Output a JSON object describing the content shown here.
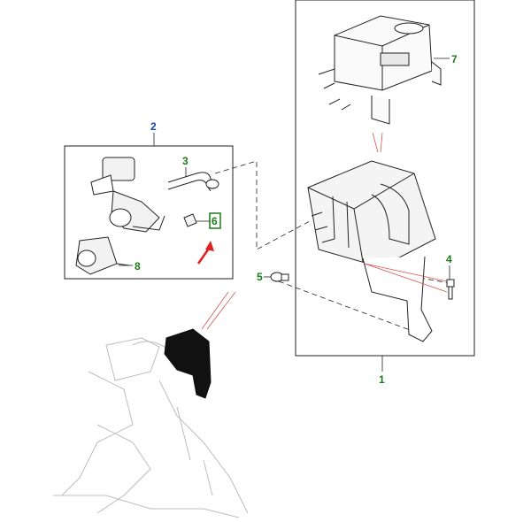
{
  "diagram": {
    "callouts": [
      {
        "id": "1",
        "label": "1",
        "color": "#1a7a1a"
      },
      {
        "id": "2",
        "label": "2",
        "color": "#1a3fbf"
      },
      {
        "id": "3",
        "label": "3",
        "color": "#1a7a1a"
      },
      {
        "id": "4",
        "label": "4",
        "color": "#1a7a1a"
      },
      {
        "id": "5",
        "label": "5",
        "color": "#1a7a1a"
      },
      {
        "id": "6",
        "label": "6",
        "color": "#1a7a1a",
        "highlighted": true
      },
      {
        "id": "7",
        "label": "7",
        "color": "#1a7a1a"
      },
      {
        "id": "8",
        "label": "8",
        "color": "#1a7a1a"
      }
    ],
    "colors": {
      "line": "#222222",
      "leader": "#d9534f",
      "arrow": "#e0201c",
      "highlight_box": "#1a7a1a",
      "ghost": "#c8c8c8"
    },
    "parts": [
      {
        "name": "evap-canister-assembly",
        "icon": "canister"
      },
      {
        "name": "purge-valve-assembly",
        "icon": "valve"
      },
      {
        "name": "hose",
        "icon": "hose"
      },
      {
        "name": "bolt",
        "icon": "bolt"
      },
      {
        "name": "clip",
        "icon": "clip"
      },
      {
        "name": "bracket",
        "icon": "bracket"
      },
      {
        "name": "vent-valve",
        "icon": "valve"
      }
    ]
  }
}
